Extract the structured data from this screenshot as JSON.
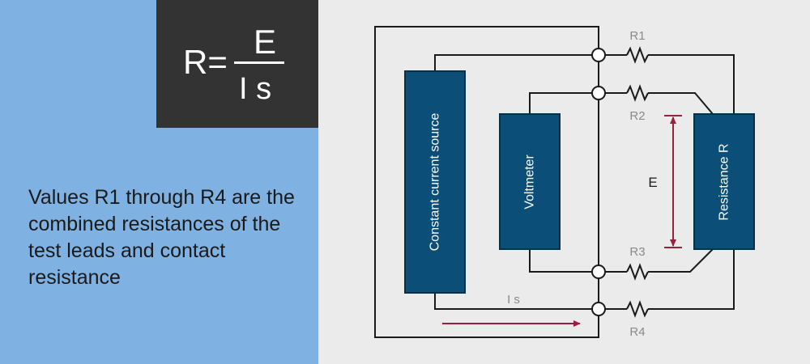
{
  "formula": {
    "lhs": "R=",
    "numerator": "E",
    "denominator": "I s"
  },
  "note": "Values R1 through R4 are the combined resistances of the test leads and contact resistance",
  "diagram": {
    "source_label": "Constant current source",
    "voltmeter_label": "Voltmeter",
    "resistance_label": "Resistance R",
    "r1": "R1",
    "r2": "R2",
    "r3": "R3",
    "r4": "R4",
    "e_label": "E",
    "current_label": "I s",
    "colors": {
      "box_fill": "#0b4f78",
      "arrow": "#9b2040",
      "left_panel": "#7fb2e2",
      "formula_bg": "#333333"
    }
  }
}
